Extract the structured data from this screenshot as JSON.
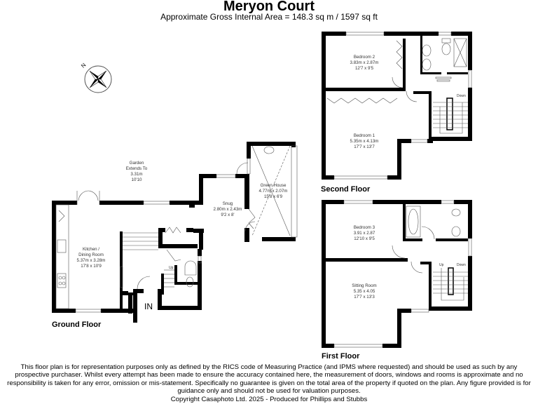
{
  "header": {
    "title": "Meryon Court",
    "subtitle": "Approximate Gross Internal Area = 148.3 sq m / 1597 sq ft"
  },
  "compass": {
    "icon": "compass-rose-icon",
    "north_label": "N"
  },
  "floors": {
    "ground": {
      "label": "Ground Floor",
      "entrance_label": "IN",
      "rooms": [
        {
          "name": "Kitchen /",
          "name2": "Dining Room",
          "metric": "5.37m x 3.28m",
          "imperial": "17'8 x 10'9"
        },
        {
          "name": "Snug",
          "metric": "2.80m x 2.43m",
          "imperial": "9'2 x 8'"
        },
        {
          "name": "Green House",
          "metric": "4.77m x 2.07m",
          "imperial": "15'8 x 6'9"
        }
      ],
      "garden": {
        "line1": "Garden",
        "line2": "Extends To",
        "metric": "3.31m",
        "imperial": "10'10"
      },
      "stair_label": "Up"
    },
    "first": {
      "label": "First Floor",
      "rooms": [
        {
          "name": "Bedroom 3",
          "metric": "3.91 x 2.87",
          "imperial": "12'10 x 9'5"
        },
        {
          "name": "Sitting Room",
          "metric": "5.35 x 4.05",
          "imperial": "17'7 x 13'3"
        }
      ],
      "stair_up": "Up",
      "stair_down": "Down"
    },
    "second": {
      "label": "Second Floor",
      "rooms": [
        {
          "name": "Bedroom 2",
          "metric": "3.83m x 2.87m",
          "imperial": "12'7 x 9'5"
        },
        {
          "name": "Bedroom 1",
          "metric": "5.35m x 4.13m",
          "imperial": "17'7 x 13'7"
        }
      ],
      "stair_down": "Down"
    }
  },
  "footer": {
    "disclaimer": "This floor plan is for representation purposes only as defined by the RICS code of Measuring Practice (and IPMS where requested) and should be used as such by any prospective purchaser. Whilst every attempt has been made to ensure the accuracy contained here, the measurement of doors, windows and rooms is approximate and no responsibility is taken for any error, omission or mis-statement. Specifically no guarantee is given on the total area of the property if quoted on the plan. Any figure provided is for guidance only and should not be used for valuation purposes.",
    "copyright": "Copyright Casaphoto Ltd. 2025 - Produced for Phillips and Stubbs"
  }
}
